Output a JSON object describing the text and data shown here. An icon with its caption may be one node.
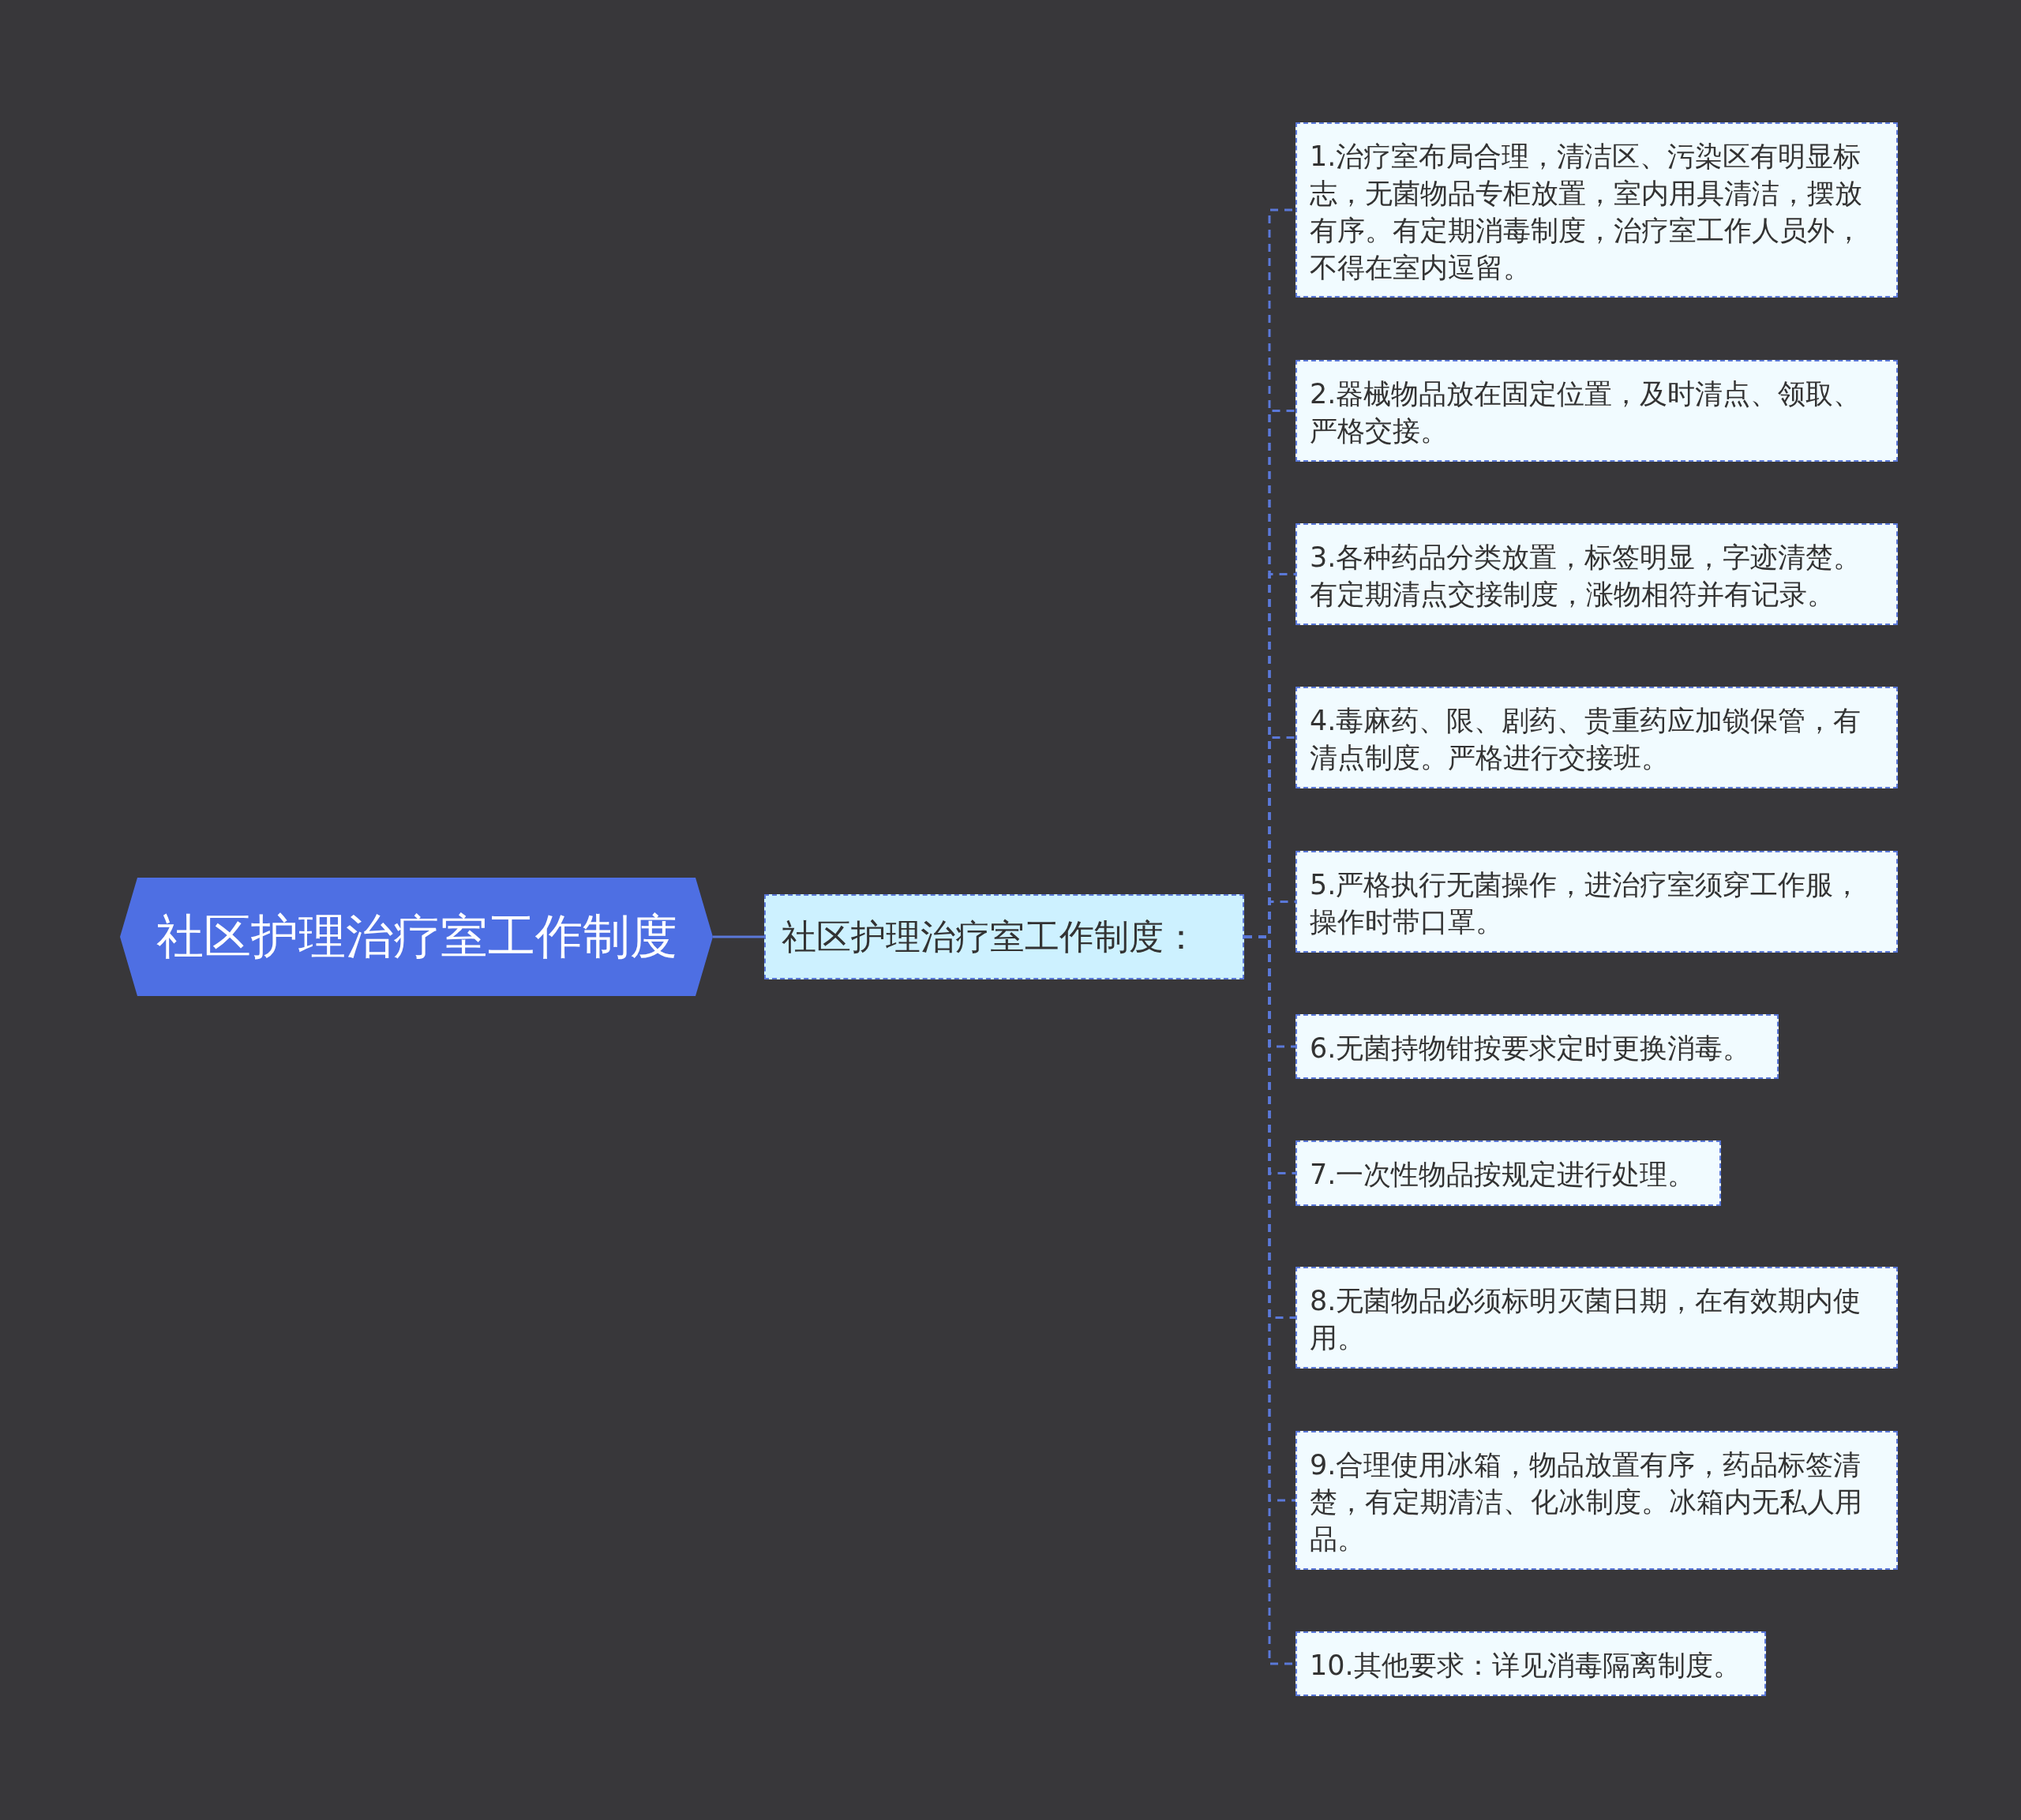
{
  "diagram": {
    "nodes": [
      {
        "text": [
          "社区护理治疗室工作制度"
        ]
      },
      {
        "text": [
          "社区护理治疗室工作制度："
        ]
      },
      {
        "text": [
          "1.治疗室布局合理，清洁区、污染区有明显标志，无菌物品专柜放置，室内用具清洁，摆放有序。有定期消毒制度，治疗室工作人员外，不得在室内逗留。"
        ]
      },
      {
        "text": [
          "2.器械物品放在固定位置，及时清点、领取、严格交接。"
        ]
      },
      {
        "text": [
          "3.各种药品分类放置，标签明显，字迹清楚。有定期清点交接制度，涨物相符并有记录。"
        ]
      },
      {
        "text": [
          "4.毒麻药、限、剧药、贵重药应加锁保管，有清点制度。严格进行交接班。"
        ]
      },
      {
        "text": [
          "5.严格执行无菌操作，进治疗室须穿工作服，操作时带口罩。"
        ]
      },
      {
        "text": [
          "6.无菌持物钳按要求定时更换消毒。"
        ]
      },
      {
        "text": [
          "7.一次性物品按规定进行处理。"
        ]
      },
      {
        "text": [
          "8.无菌物品必须标明灭菌日期，在有效期内使用。"
        ]
      },
      {
        "text": [
          "9.合理使用冰箱，物品放置有序，药品标签清楚，有定期清洁、化冰制度。冰箱内无私人用品。"
        ]
      },
      {
        "text": [
          "10.其他要求：详见消毒隔离制度。"
        ]
      }
    ],
    "edges": [
      {
        "from": 0,
        "to": 1,
        "arrow": "none"
      },
      {
        "from": 1,
        "to": 2,
        "arrow": "none",
        "style": "dashed"
      },
      {
        "from": 1,
        "to": 3,
        "arrow": "none",
        "style": "dashed"
      },
      {
        "from": 1,
        "to": 4,
        "arrow": "none",
        "style": "dashed"
      },
      {
        "from": 1,
        "to": 5,
        "arrow": "none",
        "style": "dashed"
      },
      {
        "from": 1,
        "to": 6,
        "arrow": "none",
        "style": "dashed"
      },
      {
        "from": 1,
        "to": 7,
        "arrow": "none",
        "style": "dashed"
      },
      {
        "from": 1,
        "to": 8,
        "arrow": "none",
        "style": "dashed"
      },
      {
        "from": 1,
        "to": 9,
        "arrow": "none",
        "style": "dashed"
      },
      {
        "from": 1,
        "to": 10,
        "arrow": "none",
        "style": "dashed"
      },
      {
        "from": 1,
        "to": 11,
        "arrow": "none",
        "style": "dashed"
      }
    ]
  }
}
